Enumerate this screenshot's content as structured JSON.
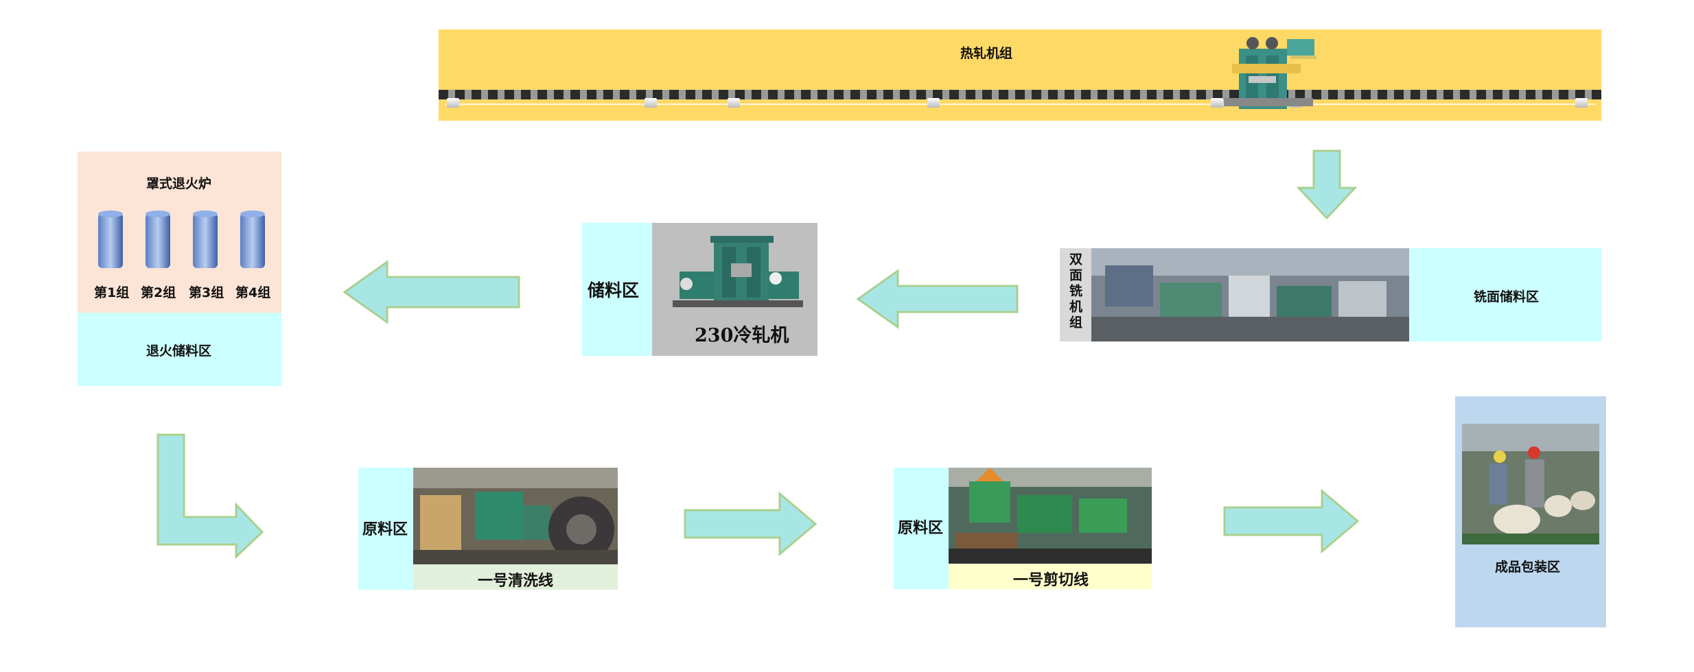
{
  "hot_rolling": {
    "title": "热轧机组"
  },
  "annealing": {
    "title": "罩式退火炉",
    "groups": [
      "第1组",
      "第2组",
      "第3组",
      "第4组"
    ],
    "storage": "退火储料区"
  },
  "cold_rolling": {
    "storage": "储料区",
    "title": "230冷轧机"
  },
  "milling": {
    "unit": "双面铣机组",
    "storage": "铣面储料区"
  },
  "cleaning_line": {
    "raw_area": "原料区",
    "title": "一号清洗线"
  },
  "cutting_line": {
    "raw_area": "原料区",
    "title": "一号剪切线"
  },
  "packaging": {
    "title": "成品包装区"
  },
  "colors": {
    "hot_rolling_bg": "#FFD966",
    "arrow_fill": "#A8E6E6",
    "arrow_stroke": "#A9D08E",
    "storage_cyan": "#CCFFFF",
    "annealing_bg": "#FCE4D6",
    "cold_rolling_bg": "#BFBFBF",
    "cleaning_label_bg": "#E2EFDA",
    "cutting_label_bg": "#FFFFCC",
    "packaging_bg": "#BDD7EE"
  }
}
